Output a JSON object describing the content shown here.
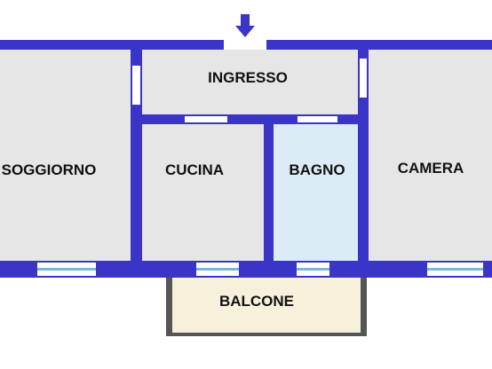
{
  "plan": {
    "rooms": [
      {
        "id": "soggiorno",
        "label": "SOGGIORNO"
      },
      {
        "id": "ingresso",
        "label": "INGRESSO"
      },
      {
        "id": "cucina",
        "label": "CUCINA"
      },
      {
        "id": "bagno",
        "label": "BAGNO"
      },
      {
        "id": "camera",
        "label": "CAMERA"
      },
      {
        "id": "balcone",
        "label": "BALCONE"
      }
    ],
    "colors": {
      "wall": "#3a35c7",
      "room_floor": "#e6e6e6",
      "bagno_floor": "#dcecf5",
      "balcone_floor": "#f7f1dc",
      "opening": "#ffffff",
      "window_glass": "#7bb6d6",
      "balcony_rail": "#555555",
      "arrow": "#3a35c7",
      "label_text": "#111111"
    },
    "icons": {
      "entrance_marker": "down-arrow-icon"
    }
  }
}
